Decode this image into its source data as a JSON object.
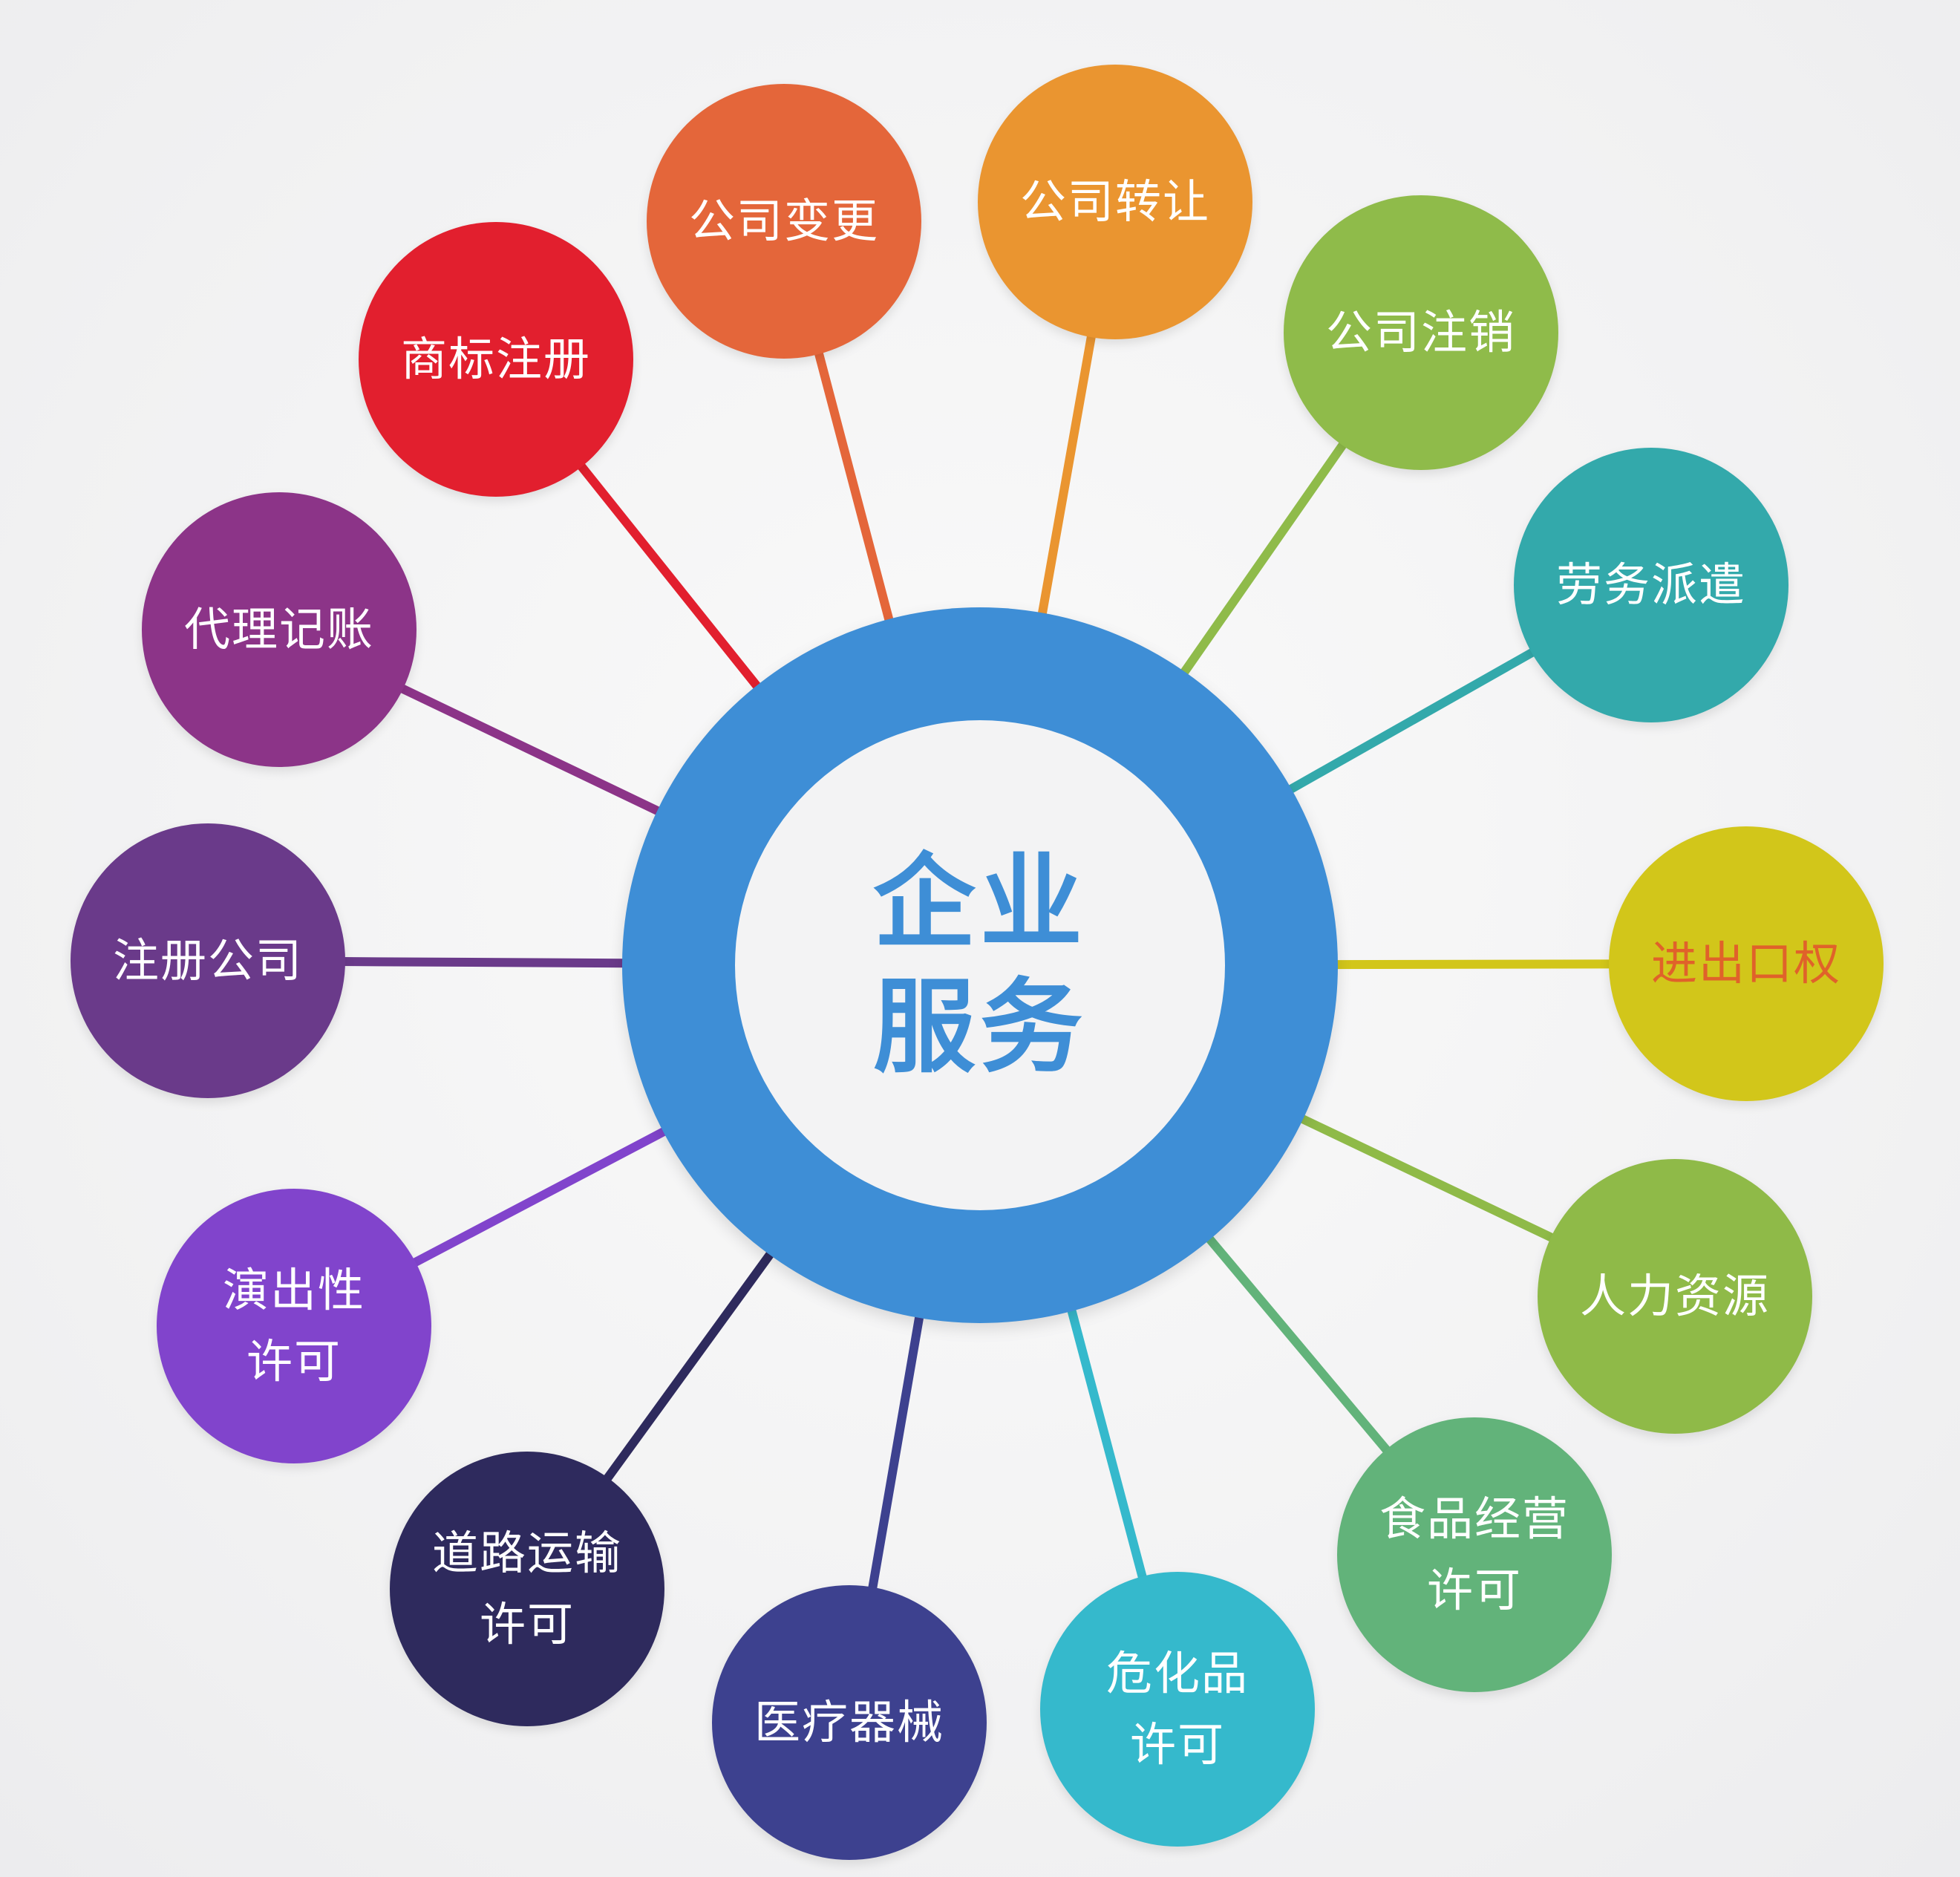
{
  "hub": {
    "label": "企业\n服务",
    "color": "#3e8ed6"
  },
  "nodes": [
    {
      "id": "company-change",
      "label": "公司变更",
      "color": "#e4663a"
    },
    {
      "id": "company-transfer",
      "label": "公司转让",
      "color": "#ea9530"
    },
    {
      "id": "company-cancellation",
      "label": "公司注销",
      "color": "#8fbb4a"
    },
    {
      "id": "labor-dispatch",
      "label": "劳务派遣",
      "color": "#33a9ab"
    },
    {
      "id": "import-export-rights",
      "label": "进出口权",
      "color": "#d2c61a",
      "text_color": "#e0622a"
    },
    {
      "id": "human-resources",
      "label": "人力资源",
      "color": "#8fba48"
    },
    {
      "id": "food-business-permit",
      "label": "食品经营\n许可",
      "color": "#62b37a"
    },
    {
      "id": "hazardous-chem-permit",
      "label": "危化品\n许可",
      "color": "#35b9cc"
    },
    {
      "id": "medical-devices",
      "label": "医疗器械",
      "color": "#3d418f"
    },
    {
      "id": "road-transport-permit",
      "label": "道路运输\n许可",
      "color": "#2e2a5d"
    },
    {
      "id": "performance-permit",
      "label": "演出性\n许可",
      "color": "#8144cc"
    },
    {
      "id": "company-registration",
      "label": "注册公司",
      "color": "#6a3a8a"
    },
    {
      "id": "agency-bookkeeping",
      "label": "代理记账",
      "color": "#8c3488"
    },
    {
      "id": "trademark-registration",
      "label": "商标注册",
      "color": "#e21f2e"
    }
  ]
}
